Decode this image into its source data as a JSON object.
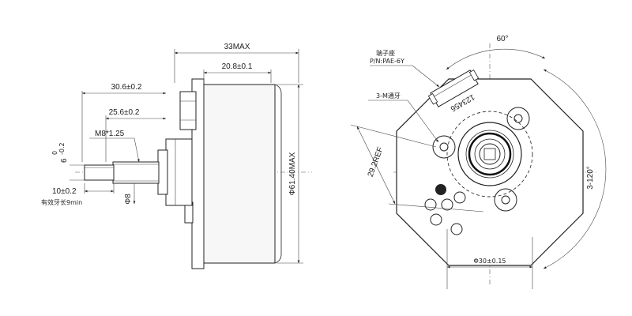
{
  "side_view": {
    "overall_length": "33MAX",
    "housing_depth": "20.8±0.1",
    "shaft_length": "30.6±0.2",
    "shaft_step": "25.6±0.2",
    "thread_spec": "M8*1.25",
    "flat_length": "10±0.2",
    "effective_thread_note": "有效牙长9min",
    "flat_tolerance_nominal": "6",
    "flat_tolerance_upper": "0",
    "flat_tolerance_lower": "-0.2",
    "thread_diameter": "Φ8",
    "housing_diameter": "Φ61.40MAX"
  },
  "front_view": {
    "terminal_label": "端子座",
    "terminal_part_no": "P/N:PAE-6Y",
    "mount_hole_label": "3-M通牙",
    "pin_numbers": "123456",
    "angle_top": "60°",
    "angle_right": "3-120°",
    "pitch_dim": "29.2REF",
    "bolt_circle": "Φ30±0.15"
  }
}
